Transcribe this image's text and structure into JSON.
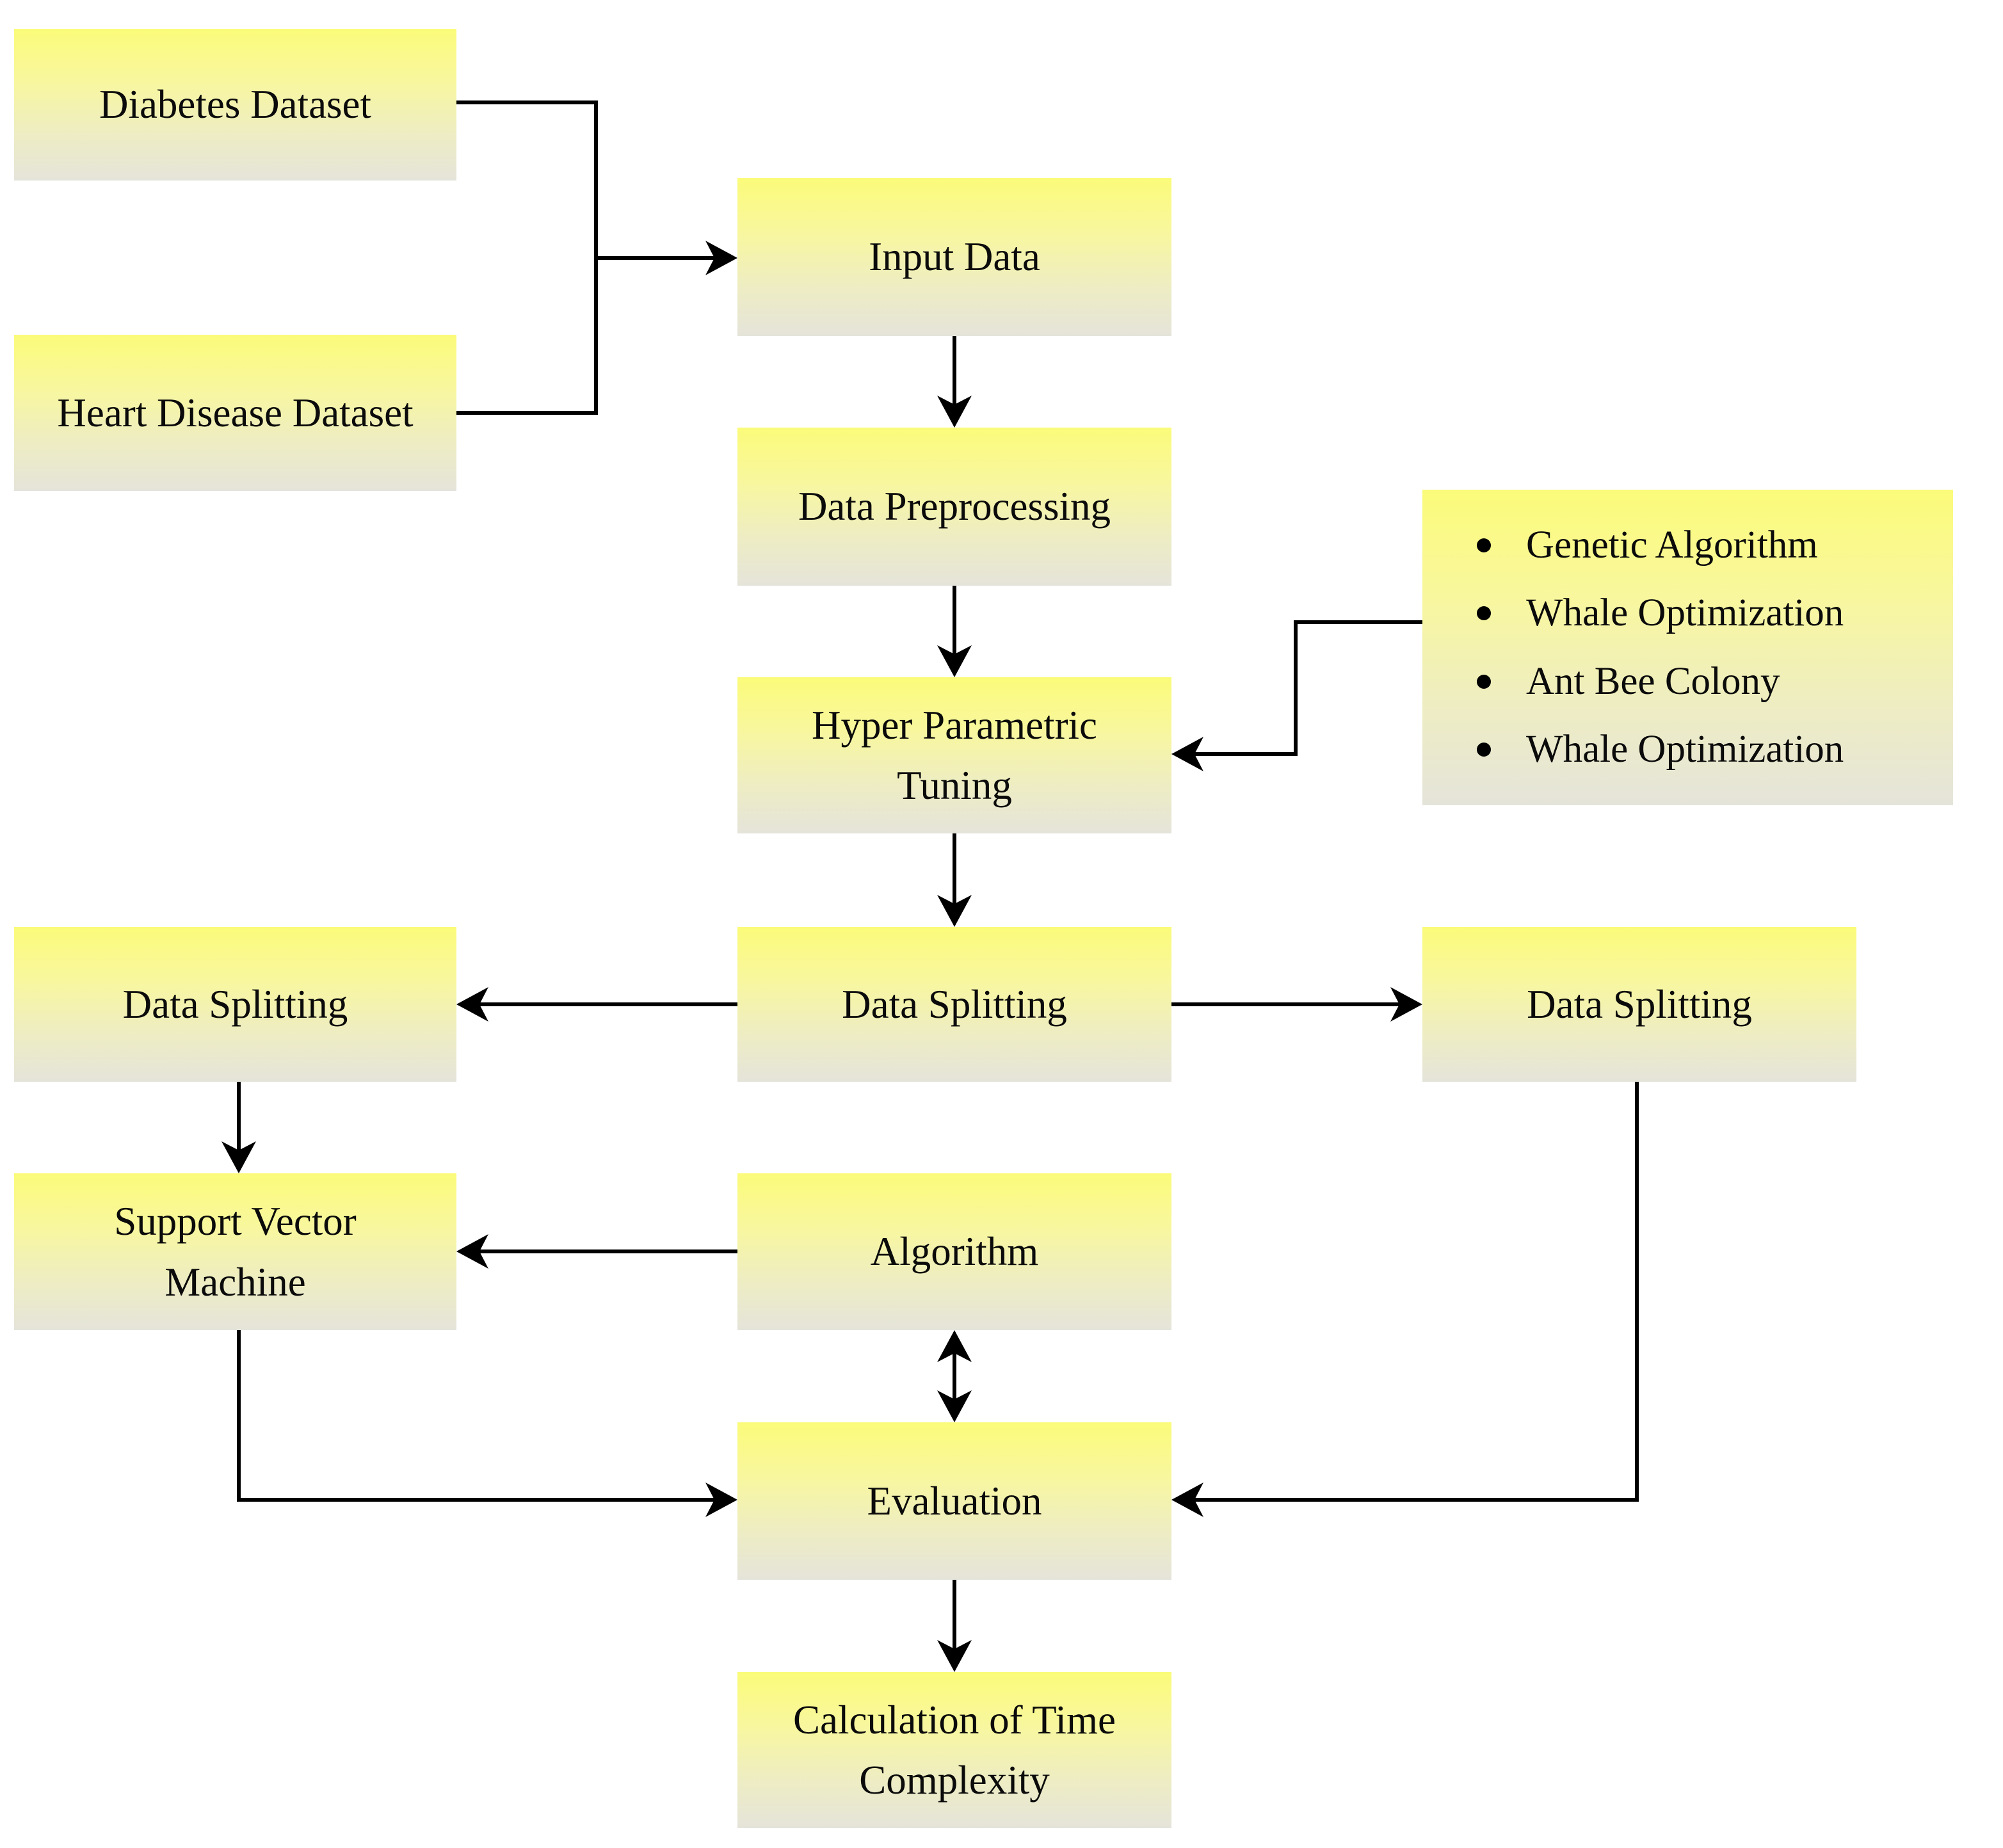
{
  "colors": {
    "node_gradient_top": "#fbfb7a",
    "node_gradient_bottom": "#e5e4da",
    "connector": "#000000",
    "text": "#0b0b0b",
    "background": "#ffffff"
  },
  "nodes": {
    "diabetes": {
      "label": "Diabetes Dataset"
    },
    "heart": {
      "label": "Heart Disease Dataset"
    },
    "input": {
      "label": "Input Data"
    },
    "preprocess": {
      "label": "Data Preprocessing"
    },
    "hyper": {
      "label": "Hyper Parametric\nTuning"
    },
    "optimizers": {
      "items": [
        "Genetic Algorithm",
        "Whale Optimization",
        "Ant Bee Colony",
        "Whale Optimization"
      ]
    },
    "split_left": {
      "label": "Data Splitting"
    },
    "split_center": {
      "label": "Data Splitting"
    },
    "split_right": {
      "label": "Data Splitting"
    },
    "svm": {
      "label": "Support Vector\nMachine"
    },
    "algorithm": {
      "label": "Algorithm"
    },
    "evaluation": {
      "label": "Evaluation"
    },
    "time_complexity": {
      "label": "Calculation of Time\nComplexity"
    }
  },
  "edges": [
    {
      "from": "diabetes",
      "to": "input",
      "arrow": "end"
    },
    {
      "from": "heart",
      "to": "input",
      "arrow": "end"
    },
    {
      "from": "input",
      "to": "preprocess",
      "arrow": "end"
    },
    {
      "from": "preprocess",
      "to": "hyper",
      "arrow": "end"
    },
    {
      "from": "optimizers",
      "to": "hyper",
      "arrow": "end"
    },
    {
      "from": "hyper",
      "to": "split_center",
      "arrow": "end"
    },
    {
      "from": "split_center",
      "to": "split_left",
      "arrow": "end"
    },
    {
      "from": "split_center",
      "to": "split_right",
      "arrow": "end"
    },
    {
      "from": "split_left",
      "to": "svm",
      "arrow": "end"
    },
    {
      "from": "algorithm",
      "to": "svm",
      "arrow": "end"
    },
    {
      "from": "algorithm",
      "to": "evaluation",
      "arrow": "both"
    },
    {
      "from": "svm",
      "to": "evaluation",
      "arrow": "end"
    },
    {
      "from": "split_right",
      "to": "evaluation",
      "arrow": "end"
    },
    {
      "from": "evaluation",
      "to": "time_complexity",
      "arrow": "end"
    }
  ]
}
